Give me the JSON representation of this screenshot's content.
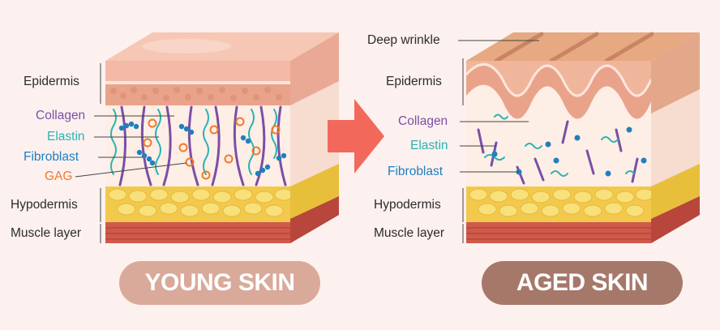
{
  "young": {
    "labels": {
      "epidermis": "Epidermis",
      "collagen": "Collagen",
      "elastin": "Elastin",
      "fibroblast": "Fibroblast",
      "gag": "GAG",
      "hypodermis": "Hypodermis",
      "muscle": "Muscle layer"
    },
    "title": "YOUNG SKIN"
  },
  "aged": {
    "labels": {
      "wrinkle": "Deep wrinkle",
      "epidermis": "Epidermis",
      "collagen": "Collagen",
      "elastin": "Elastin",
      "fibroblast": "Fibroblast",
      "hypodermis": "Hypodermis",
      "muscle": "Muscle layer"
    },
    "title": "AGED SKIN"
  },
  "colors": {
    "background": "#fcf1ef",
    "epidermis_top": "#f4b9a6",
    "epidermis_band": "#efa98e",
    "dermis": "#fdeee6",
    "collagen": "#7b4fa6",
    "elastin": "#29b3b3",
    "fibroblast": "#1f7fbf",
    "gag": "#f07a28",
    "hypodermis": "#f5d24a",
    "muscle": "#d05a4a",
    "arrow": "#f2695c",
    "young_pill": "#d9a99a",
    "aged_pill": "#a6786a"
  }
}
